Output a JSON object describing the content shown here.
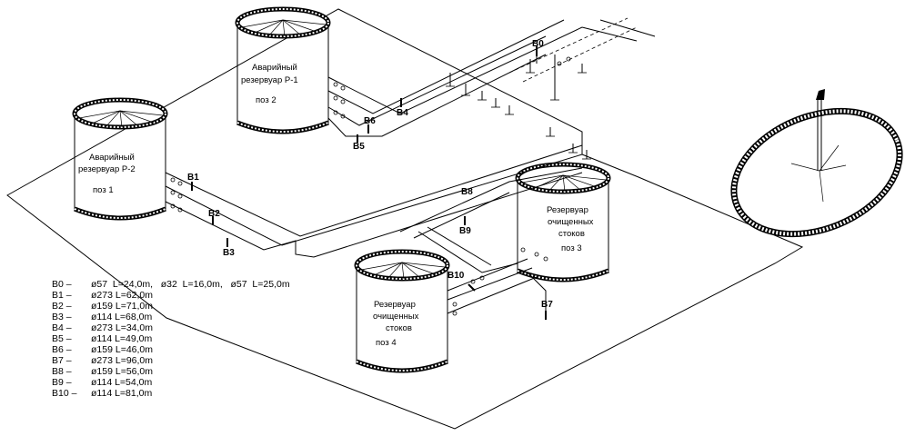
{
  "tanks": [
    {
      "id": "p2",
      "name_line1": "Аварийный",
      "name_line2": "резервуар Р-1",
      "pos": "поз 2"
    },
    {
      "id": "p1",
      "name_line1": "Аварийный",
      "name_line2": "резервуар Р-2",
      "pos": "поз 1"
    },
    {
      "id": "p3",
      "name_line1": "Резервуар",
      "name_line2": "очищенных",
      "name_line3": "стоков",
      "pos": "поз 3"
    },
    {
      "id": "p4",
      "name_line1": "Резервуар",
      "name_line2": "очищенных",
      "name_line3": "стоков",
      "pos": "поз 4"
    }
  ],
  "pipe_tags": [
    "B0",
    "B1",
    "B2",
    "B3",
    "B4",
    "B5",
    "B6",
    "B7",
    "B8",
    "B9",
    "B10"
  ],
  "legend": [
    {
      "code": "B0 –",
      "spec": "ø57  L=24,0m,   ø32  L=16,0m,   ø57  L=25,0m"
    },
    {
      "code": "B1 –",
      "spec": "ø273  L=62,0m"
    },
    {
      "code": "B2 –",
      "spec": "ø159  L=71,0m"
    },
    {
      "code": "B3 –",
      "spec": "ø114  L=68,0m"
    },
    {
      "code": "B4 –",
      "spec": "ø273  L=34,0m"
    },
    {
      "code": "B5 –",
      "spec": "ø114  L=49,0m"
    },
    {
      "code": "B6 –",
      "spec": "ø159  L=46,0m"
    },
    {
      "code": "B7 –",
      "spec": "ø273  L=96,0m"
    },
    {
      "code": "B8 –",
      "spec": "ø159  L=56,0m"
    },
    {
      "code": "B9 –",
      "spec": "ø114  L=54,0m"
    },
    {
      "code": "B10 –",
      "spec": "ø114  L=81,0m"
    }
  ]
}
